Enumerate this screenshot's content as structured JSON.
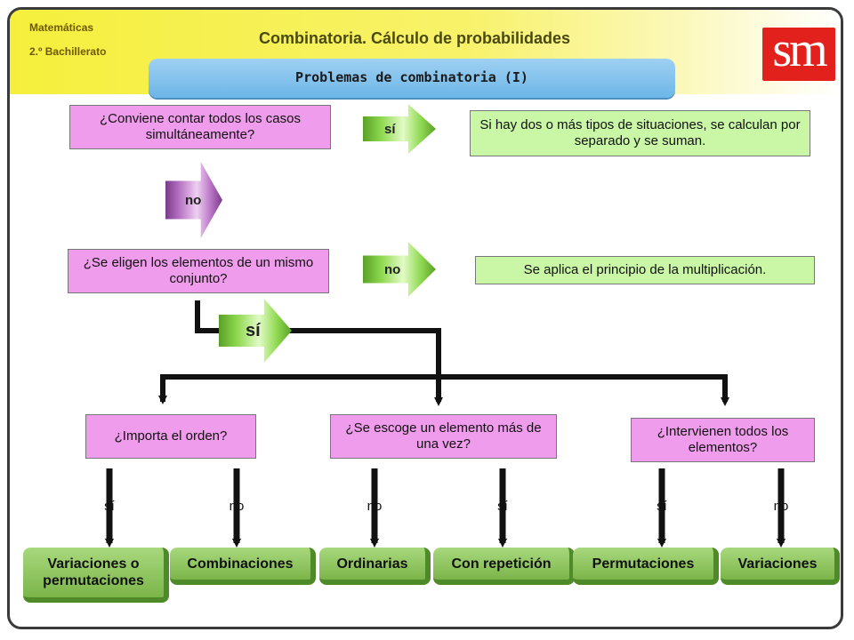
{
  "header": {
    "subject": "Matemáticas",
    "course": "2.º Bachillerato",
    "title": "Combinatoria. Cálculo de probabilidades",
    "logo": "sm",
    "section_title": "Problemas de combinatoria (I)"
  },
  "flow": {
    "q1": "¿Conviene contar todos los casos simultáneamente?",
    "q1_yes": "sí",
    "q1_yes_result": "Si hay dos o más tipos de situaciones, se calculan por separado y se suman.",
    "q1_no": "no",
    "q2": "¿Se eligen los elementos de un mismo conjunto?",
    "q2_no": "no",
    "q2_no_result": "Se aplica el principio de la multiplicación.",
    "q2_yes": "sí"
  },
  "branches": {
    "order": {
      "question": "¿Importa el orden?",
      "yes_label": "sí",
      "no_label": "no",
      "yes_result": "Variaciones o permutaciones",
      "no_result": "Combinaciones"
    },
    "repeat": {
      "question": "¿Se escoge un elemento más de una vez?",
      "no_label": "no",
      "yes_label": "sí",
      "no_result": "Ordinarias",
      "yes_result": "Con repetición"
    },
    "all": {
      "question": "¿Intervienen todos los elementos?",
      "yes_label": "sí",
      "no_label": "no",
      "yes_result": "Permutaciones",
      "no_result": "Variaciones"
    }
  },
  "colors": {
    "question_box": "#f09cec",
    "answer_box": "#c9f7a6",
    "arrow_green": "#8ed84f",
    "arrow_purple": "#b873c4",
    "result_box": "#7cb54a",
    "header_yellow": "#f5ef3c",
    "section_blue": "#6cb6e8",
    "logo_red": "#e2211c"
  }
}
